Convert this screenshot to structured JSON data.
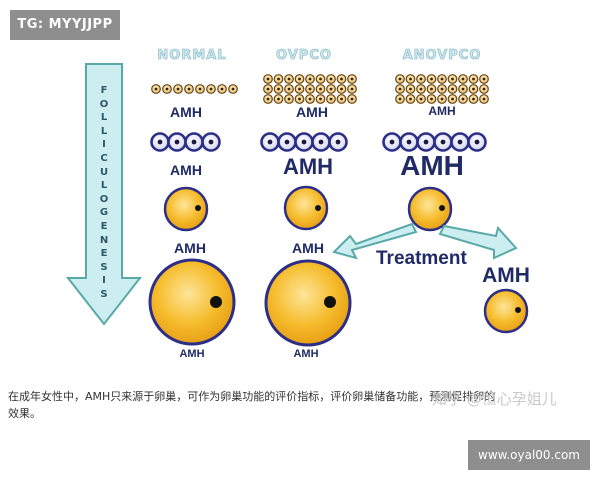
{
  "tag": "TG: MYYJJPP",
  "url": "www.oyal00.com",
  "side_label": "FOLLICULOGENESIS",
  "columns": [
    "NORMAL",
    "OVPCO",
    "ANOVPCO"
  ],
  "amh_label": "AMH",
  "treatment_label": "Treatment",
  "caption_line1": "在成年女性中，AMH只来源于卵巢，可作为卵巢功能的评价指标，评价卵巢储备功能，预测促排卵的",
  "caption_line2": "效果。",
  "watermark": "知乎 @恒心孕姐儿",
  "colors": {
    "arrow_fill": "#cdeef0",
    "arrow_stroke": "#5aa9a9",
    "text_navy": "#1f2a66",
    "follicle_yellow": "#f5b824"
  }
}
